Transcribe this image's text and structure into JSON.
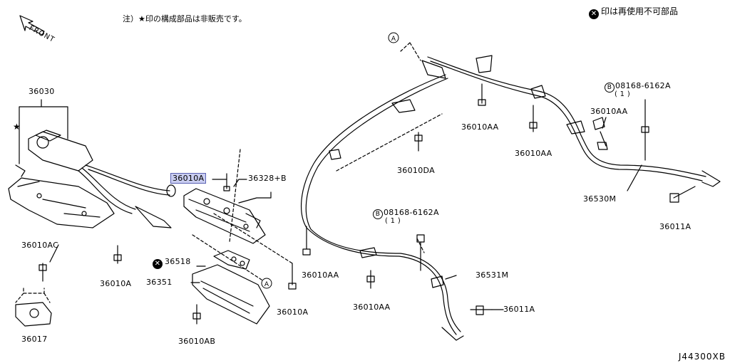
{
  "notes": {
    "not_sold": "注）★印の構成部品は非販売です。",
    "not_reusable": "印は再使用不可部品",
    "not_reusable_mark": "✕",
    "diagram_code": "J44300XB",
    "front": "FRONT",
    "star": "★"
  },
  "ref_marks": {
    "a": "A",
    "b": "B"
  },
  "parts": {
    "p36030": "36030",
    "p36010A_hl": "36010A",
    "p36328B": "36328+B",
    "p36010AC": "36010AC",
    "p36010A_1": "36010A",
    "p36017": "36017",
    "p36518": "36518",
    "p36351": "36351",
    "p36010AB": "36010AB",
    "p36010A_2": "36010A",
    "p36010DA": "36010DA",
    "p36010AA_1": "36010AA",
    "p36010AA_2": "36010AA",
    "p36010AA_3": "36010AA",
    "p36010AA_4": "36010AA",
    "p36010AA_5": "36010AA",
    "p08168_1": "08168-6162A",
    "p08168_1_qty": "( 1 )",
    "p08168_2": "08168-6162A",
    "p08168_2_qty": "( 1 )",
    "p36530M": "36530M",
    "p36011A_1": "36011A",
    "p36531M": "36531M",
    "p36011A_2": "36011A"
  }
}
